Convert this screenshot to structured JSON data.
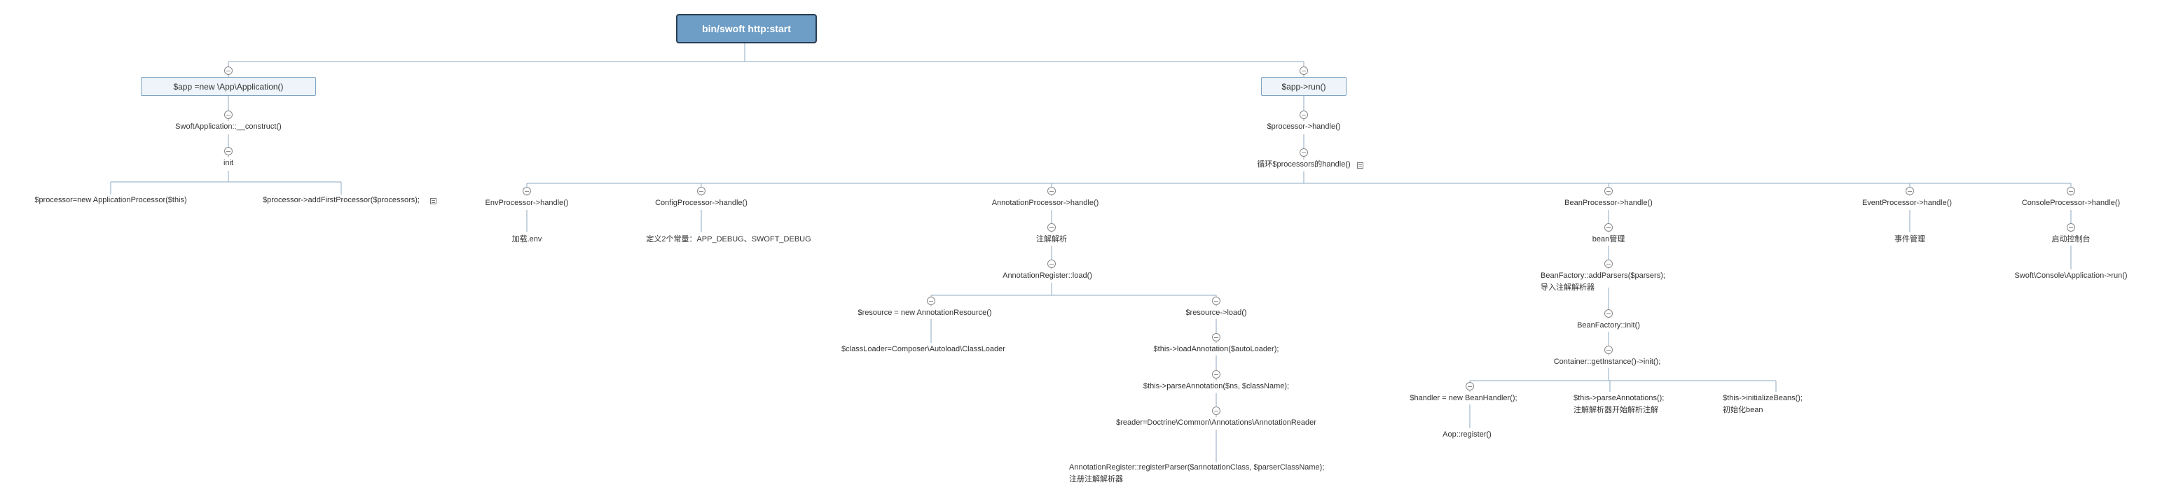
{
  "root": "bin/swoft http:start",
  "left": {
    "app_new": "$app =new \\App\\Application()",
    "construct": "SwoftApplication::__construct()",
    "init": "init",
    "processor_new": "$processor=new ApplicationProcessor($this)",
    "add_first": "$processor->addFirstProcessor($processors);"
  },
  "right": {
    "app_run": "$app->run()",
    "processor_handle": "$processor->handle()",
    "loop": "循环$processors的handle()"
  },
  "env": {
    "label": "EnvProcessor->handle()",
    "child": "加载.env"
  },
  "config": {
    "label": "ConfigProcessor->handle()",
    "child": "定义2个常量：APP_DEBUG、SWOFT_DEBUG"
  },
  "annotation": {
    "label": "AnnotationProcessor->handle()",
    "parse": "注解解析",
    "load": "AnnotationRegister::load()",
    "resource_new": "$resource = new AnnotationResource()",
    "class_loader": "$classLoader=Composer\\Autoload\\ClassLoader",
    "resource_load": "$resource->load()",
    "load_annotation": "$this->loadAnnotation($autoLoader);",
    "parse_annotation": "$this->parseAnnotation($ns, $className);",
    "reader": "$reader=Doctrine\\Common\\Annotations\\AnnotationReader",
    "register_parser": "AnnotationRegister::registerParser($annotationClass, $parserClassName);",
    "register_parser_note": "注册注解解析器"
  },
  "bean": {
    "label": "BeanProcessor->handle()",
    "manage": "bean管理",
    "add_parsers": "BeanFactory::addParsers($parsers);",
    "add_parsers_note": "导入注解解析器",
    "factory_init": "BeanFactory::init()",
    "container": "Container::getInstance()->init();",
    "handler_new": "$handler = new BeanHandler();",
    "aop": "Aop::register()",
    "parse_annotations": "$this->parseAnnotations();",
    "parse_annotations_note": "注解解析器开始解析注解",
    "init_beans": "$this->initializeBeans();",
    "init_beans_note": "初始化bean"
  },
  "event": {
    "label": "EventProcessor->handle()",
    "child": "事件管理"
  },
  "console": {
    "label": "ConsoleProcessor->handle()",
    "child": "启动控制台",
    "run": "Swoft\\Console\\Application->run()"
  }
}
